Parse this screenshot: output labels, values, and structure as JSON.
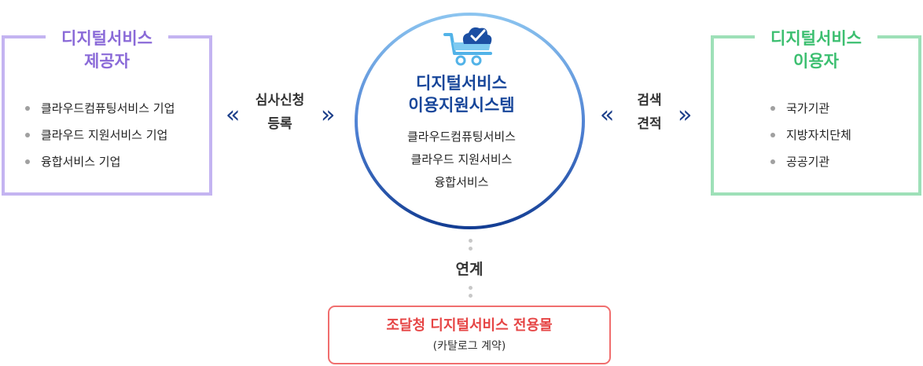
{
  "provider": {
    "title_line1": "디지털서비스",
    "title_line2": "제공자",
    "items": [
      "클라우드컴퓨팅서비스 기업",
      "클라우드 지원서비스 기업",
      "융합서비스 기업"
    ]
  },
  "user": {
    "title_line1": "디지털서비스",
    "title_line2": "이용자",
    "items": [
      "국가기관",
      "지방자치단체",
      "공공기관"
    ]
  },
  "center": {
    "title_line1": "디지털서비스",
    "title_line2": "이용지원시스템",
    "items": [
      "클라우드컴퓨팅서비스",
      "클라우드 지원서비스",
      "융합서비스"
    ],
    "icon": "cloud-cart-icon"
  },
  "left_relation": {
    "line1": "심사신청",
    "line2": "등록",
    "icon": "double-chevron-icon"
  },
  "right_relation": {
    "line1": "검색",
    "line2": "견적",
    "icon": "double-chevron-icon"
  },
  "link": {
    "label": "연계"
  },
  "mall": {
    "title": "조달청 디지털서비스 전용몰",
    "subtitle": "(카탈로그 계약)"
  },
  "colors": {
    "provider": "#8a6ad8",
    "provider_border": "#c4b4f1",
    "user": "#3cbf70",
    "user_border": "#9ee0b8",
    "center_title": "#17469a",
    "arrow": "#1c3f8a",
    "mall": "#e64545"
  }
}
